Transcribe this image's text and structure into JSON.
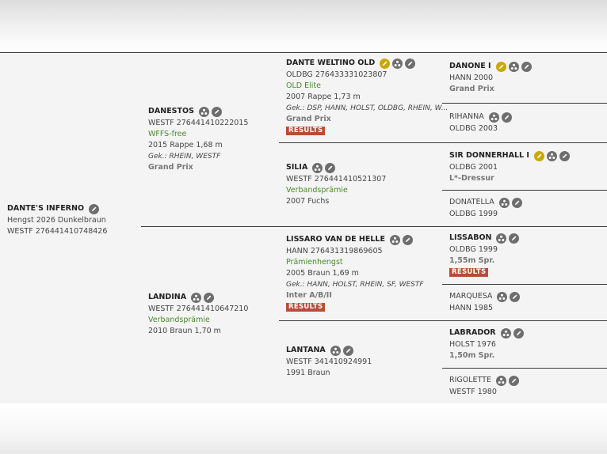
{
  "horse": {
    "name": "DANTE'S INFERNO",
    "line1": "Hengst 2026 Dunkelbraun",
    "line2": "WESTF 276441410748426"
  },
  "sire": {
    "name": "DANESTOS",
    "reg": "WESTF 276441410222015",
    "status": "WFFS-free",
    "info": "2015 Rappe 1,68 m",
    "gek": "Gek.: RHEIN, WESTF",
    "level": "Grand Prix"
  },
  "dam": {
    "name": "LANDINA",
    "reg": "WESTF 276441410647210",
    "status": "Verbandsprämie",
    "info": "2010 Braun 1,70 m"
  },
  "ss": {
    "name": "DANTE WELTINO OLD",
    "reg": "OLDBG 276433331023807",
    "status": "OLD Elite",
    "info": "2007 Rappe 1,73 m",
    "gek": "Gek.: DSP, HANN, HOLST, OLDBG, RHEIN, W...",
    "level": "Grand Prix",
    "results": "RESULTS"
  },
  "sd": {
    "name": "SILIA",
    "reg": "WESTF 276441410521307",
    "status": "Verbandsprämie",
    "info": "2007 Fuchs"
  },
  "ds": {
    "name": "LISSARO VAN DE HELLE",
    "reg": "HANN 276431319869605",
    "status": "Prämienhengst",
    "info": "2005 Braun 1,69 m",
    "gek": "Gek.: HANN, HOLST, RHEIN, SF, WESTF",
    "level": "Inter A/B/II",
    "results": "RESULTS"
  },
  "dd": {
    "name": "LANTANA",
    "reg": "WESTF 341410924991",
    "info": "1991 Braun"
  },
  "sss": {
    "name": "DANONE I",
    "reg": "HANN 2000",
    "level": "Grand Prix"
  },
  "ssd": {
    "name": "RIHANNA",
    "reg": "OLDBG 2003"
  },
  "sds": {
    "name": "SIR DONNERHALL I",
    "reg": "OLDBG 2001",
    "level": "L*-Dressur"
  },
  "sdd": {
    "name": "DONATELLA",
    "reg": "OLDBG 1999"
  },
  "dss": {
    "name": "LISSABON",
    "reg": "OLDBG 1999",
    "level": "1,55m Spr.",
    "results": "RESULTS"
  },
  "dsd": {
    "name": "MARQUESA",
    "reg": "HANN 1985"
  },
  "dds": {
    "name": "LABRADOR",
    "reg": "HOLST 1976",
    "level": "1,50m Spr."
  },
  "ddd": {
    "name": "RIGOLETTE",
    "reg": "WESTF 1980"
  },
  "colors": {
    "accent_gold": "#c9a800",
    "icon_grey": "#6e6e6e",
    "results_red": "#b84c3c",
    "status_green": "#4a8a2a"
  }
}
